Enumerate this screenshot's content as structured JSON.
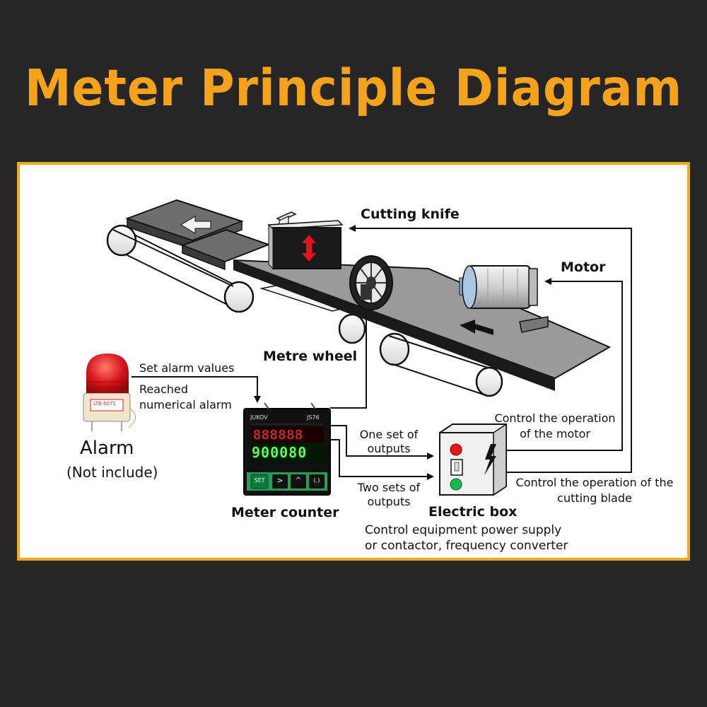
{
  "title": "Meter Principle Diagram",
  "labels": {
    "cutting_knife": "Cutting knife",
    "motor": "Motor",
    "metre_wheel": "Metre wheel",
    "set_alarm_values": "Set alarm values",
    "reached_line1": "Reached",
    "reached_line2": "numerical alarm",
    "alarm": "Alarm",
    "not_include": "(Not include)",
    "meter_counter": "Meter counter",
    "one_set_line1": "One set of",
    "one_set_line2": "outputs",
    "two_sets_line1": "Two sets of",
    "two_sets_line2": "outputs",
    "electric_box": "Electric box",
    "control_motor_line1": "Control the operation",
    "control_motor_line2": "of the motor",
    "control_blade_line1": "Control the operation of the",
    "control_blade_line2": "cutting blade",
    "power_line1": "Control equipment power supply",
    "power_line2": "or contactor, frequency converter"
  },
  "counter": {
    "brand": "JUKOV",
    "model": "JS76",
    "top_display": "888888",
    "bottom_display": "900080",
    "buttons": [
      "SET",
      ">",
      "^",
      "(.)"
    ]
  },
  "alarm_device": {
    "tag_text": "LTE-5071"
  },
  "colors": {
    "title": "#f7a21b",
    "border": "#f0a91e",
    "background": "#262626",
    "red_display": "#ff3030",
    "green_display": "#5cff5c",
    "alarm_red": "#d4141a"
  }
}
